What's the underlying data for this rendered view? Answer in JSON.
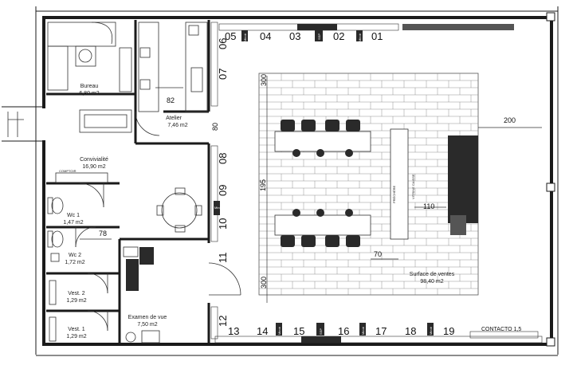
{
  "rooms": {
    "bureau": {
      "name": "Bureau",
      "area": "6,80 m2"
    },
    "atelier": {
      "name": "Atelier",
      "area": "7,46 m2"
    },
    "convivialite": {
      "name": "Convivialité",
      "area": "16,90 m2"
    },
    "wc1": {
      "name": "Wc 1",
      "area": "1,47 m2"
    },
    "wc2": {
      "name": "Wc 2",
      "area": "1,72 m2"
    },
    "vest2": {
      "name": "Vest. 2",
      "area": "1,29 m2"
    },
    "vest1": {
      "name": "Vest. 1",
      "area": "1,29 m2"
    },
    "examen": {
      "name": "Examen de vue",
      "area": "7,50 m2"
    },
    "surface": {
      "name": "Surface de ventes",
      "area": "98,40 m2"
    }
  },
  "wall_numbers": {
    "top": [
      "05",
      "04",
      "03",
      "02",
      "01"
    ],
    "left_top": [
      "06",
      "07"
    ],
    "left_mid": [
      "08",
      "09",
      "10",
      "11"
    ],
    "left_bottom": [
      "12"
    ],
    "bottom": [
      "13",
      "14",
      "15",
      "16",
      "17",
      "18",
      "19"
    ]
  },
  "dimensions": {
    "d82": "82",
    "d80": "80",
    "d200": "200",
    "d195": "195",
    "d110": "110",
    "d70": "70",
    "d78": "78",
    "d300_top": "300",
    "d300_bottom": "300"
  },
  "small_labels": {
    "miroir_top": "Miroir",
    "ssp_top": "SSP",
    "miroir_top2": "Miroir",
    "miroir_left": "Miroir",
    "miroir_b1": "Miroir",
    "ssp_bottom": "SSP",
    "miroir_b2": "Miroir",
    "miroir_b3": "Miroir",
    "comptoir": "COMPTOIR",
    "vitrine": "VITRINE CAISSE",
    "presentoir": "PRÉCHÈRE",
    "contacto": "CONTACTO 1,5"
  },
  "colors": {
    "wall": "#1a1a1a",
    "line": "#333333",
    "furniture": "#2a2a2a",
    "floor_grid": "#555555"
  }
}
